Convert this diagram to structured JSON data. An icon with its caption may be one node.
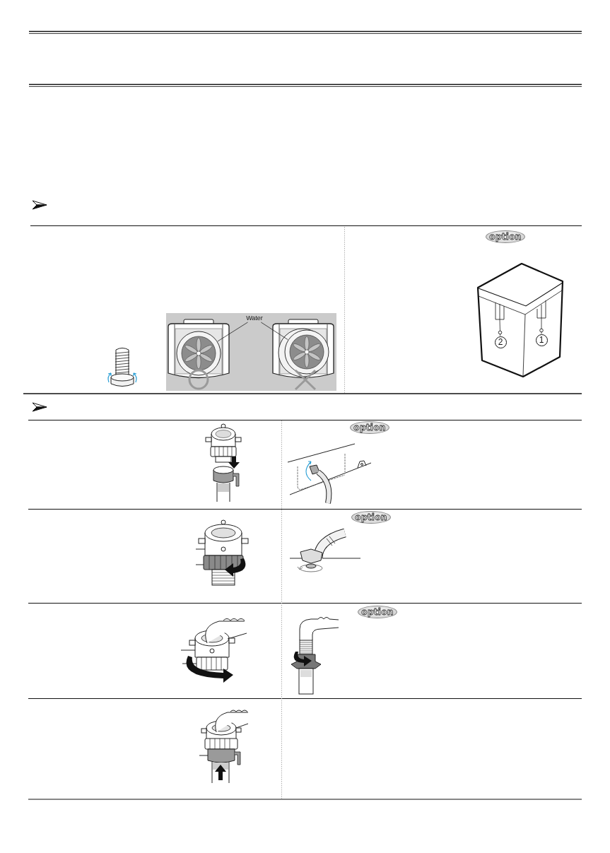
{
  "diagram": {
    "nodes": [
      {
        "text": [
          "option"
        ]
      },
      {
        "text": [
          "Water"
        ]
      },
      {
        "text": [],
        "shape": "picture"
      },
      {
        "text": [],
        "shape": "picture"
      },
      {
        "text": [
          "2"
        ]
      },
      {
        "text": [
          "1"
        ]
      },
      {
        "text": [
          "option"
        ]
      },
      {
        "text": [
          "option"
        ]
      },
      {
        "text": [
          "option"
        ]
      }
    ],
    "edges": [
      {
        "from": 1,
        "to": 2,
        "arrow": "none"
      },
      {
        "from": 1,
        "to": 3,
        "arrow": "none"
      },
      {
        "from": 4,
        "to": null,
        "arrow": "other"
      },
      {
        "from": 5,
        "to": null,
        "arrow": "other"
      }
    ]
  }
}
